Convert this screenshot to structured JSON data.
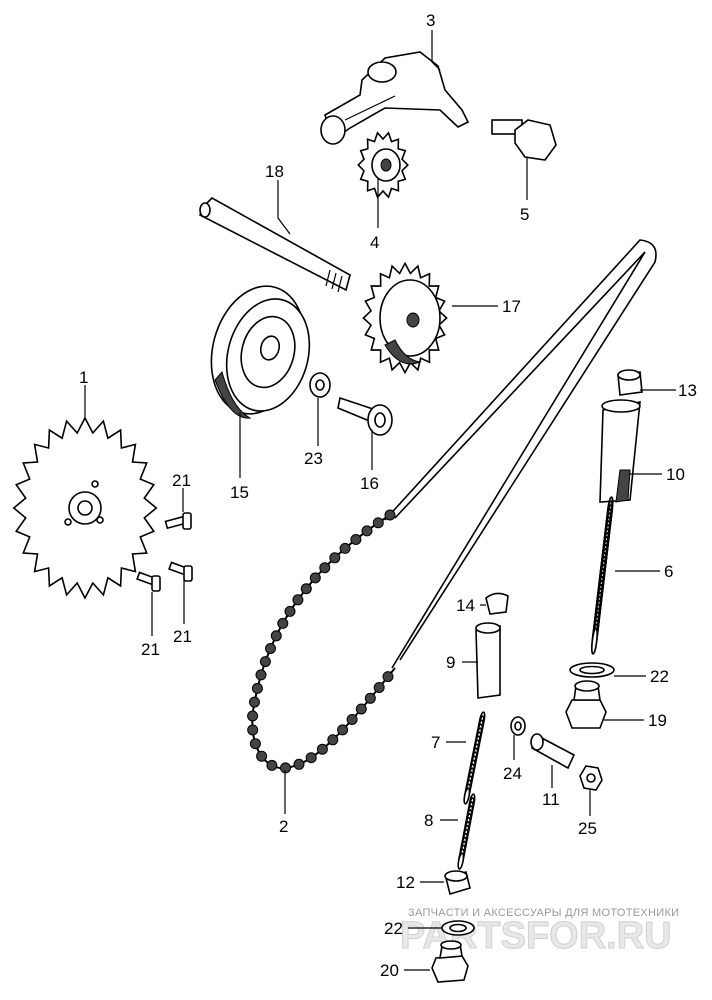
{
  "labels": {
    "p1": "1",
    "p2": "2",
    "p3": "3",
    "p4": "4",
    "p5": "5",
    "p6": "6",
    "p7": "7",
    "p8": "8",
    "p9": "9",
    "p10": "10",
    "p11": "11",
    "p12": "12",
    "p13": "13",
    "p14": "14",
    "p15": "15",
    "p16": "16",
    "p17": "17",
    "p18": "18",
    "p19": "19",
    "p20": "20",
    "p21a": "21",
    "p21b": "21",
    "p21c": "21",
    "p22a": "22",
    "p22b": "22",
    "p23": "23",
    "p24": "24",
    "p25": "25"
  },
  "watermark": {
    "tagline": "ЗАПЧАСТИ И АКСЕССУАРЫ ДЛЯ МОТОТЕХНИКИ",
    "logo": "PARTSFOR.RU"
  }
}
